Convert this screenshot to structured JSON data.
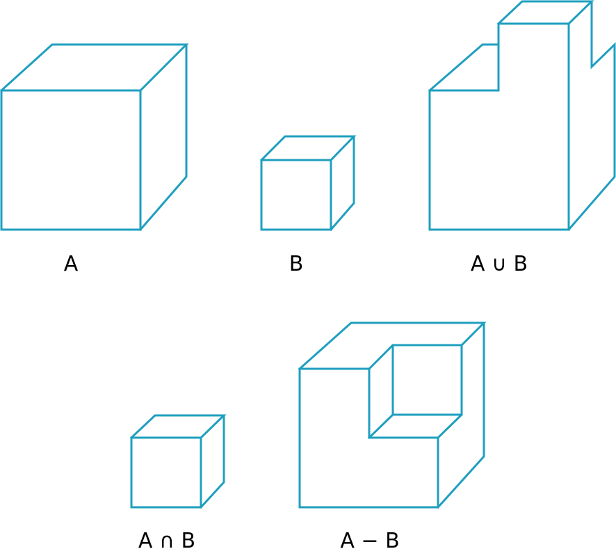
{
  "colors": {
    "stroke": "#1f9fbf",
    "label": "#000000"
  },
  "labels": {
    "a": "A",
    "b": "B",
    "union": "A ∪ B",
    "intersection": "A ∩ B",
    "difference": "A − B"
  }
}
